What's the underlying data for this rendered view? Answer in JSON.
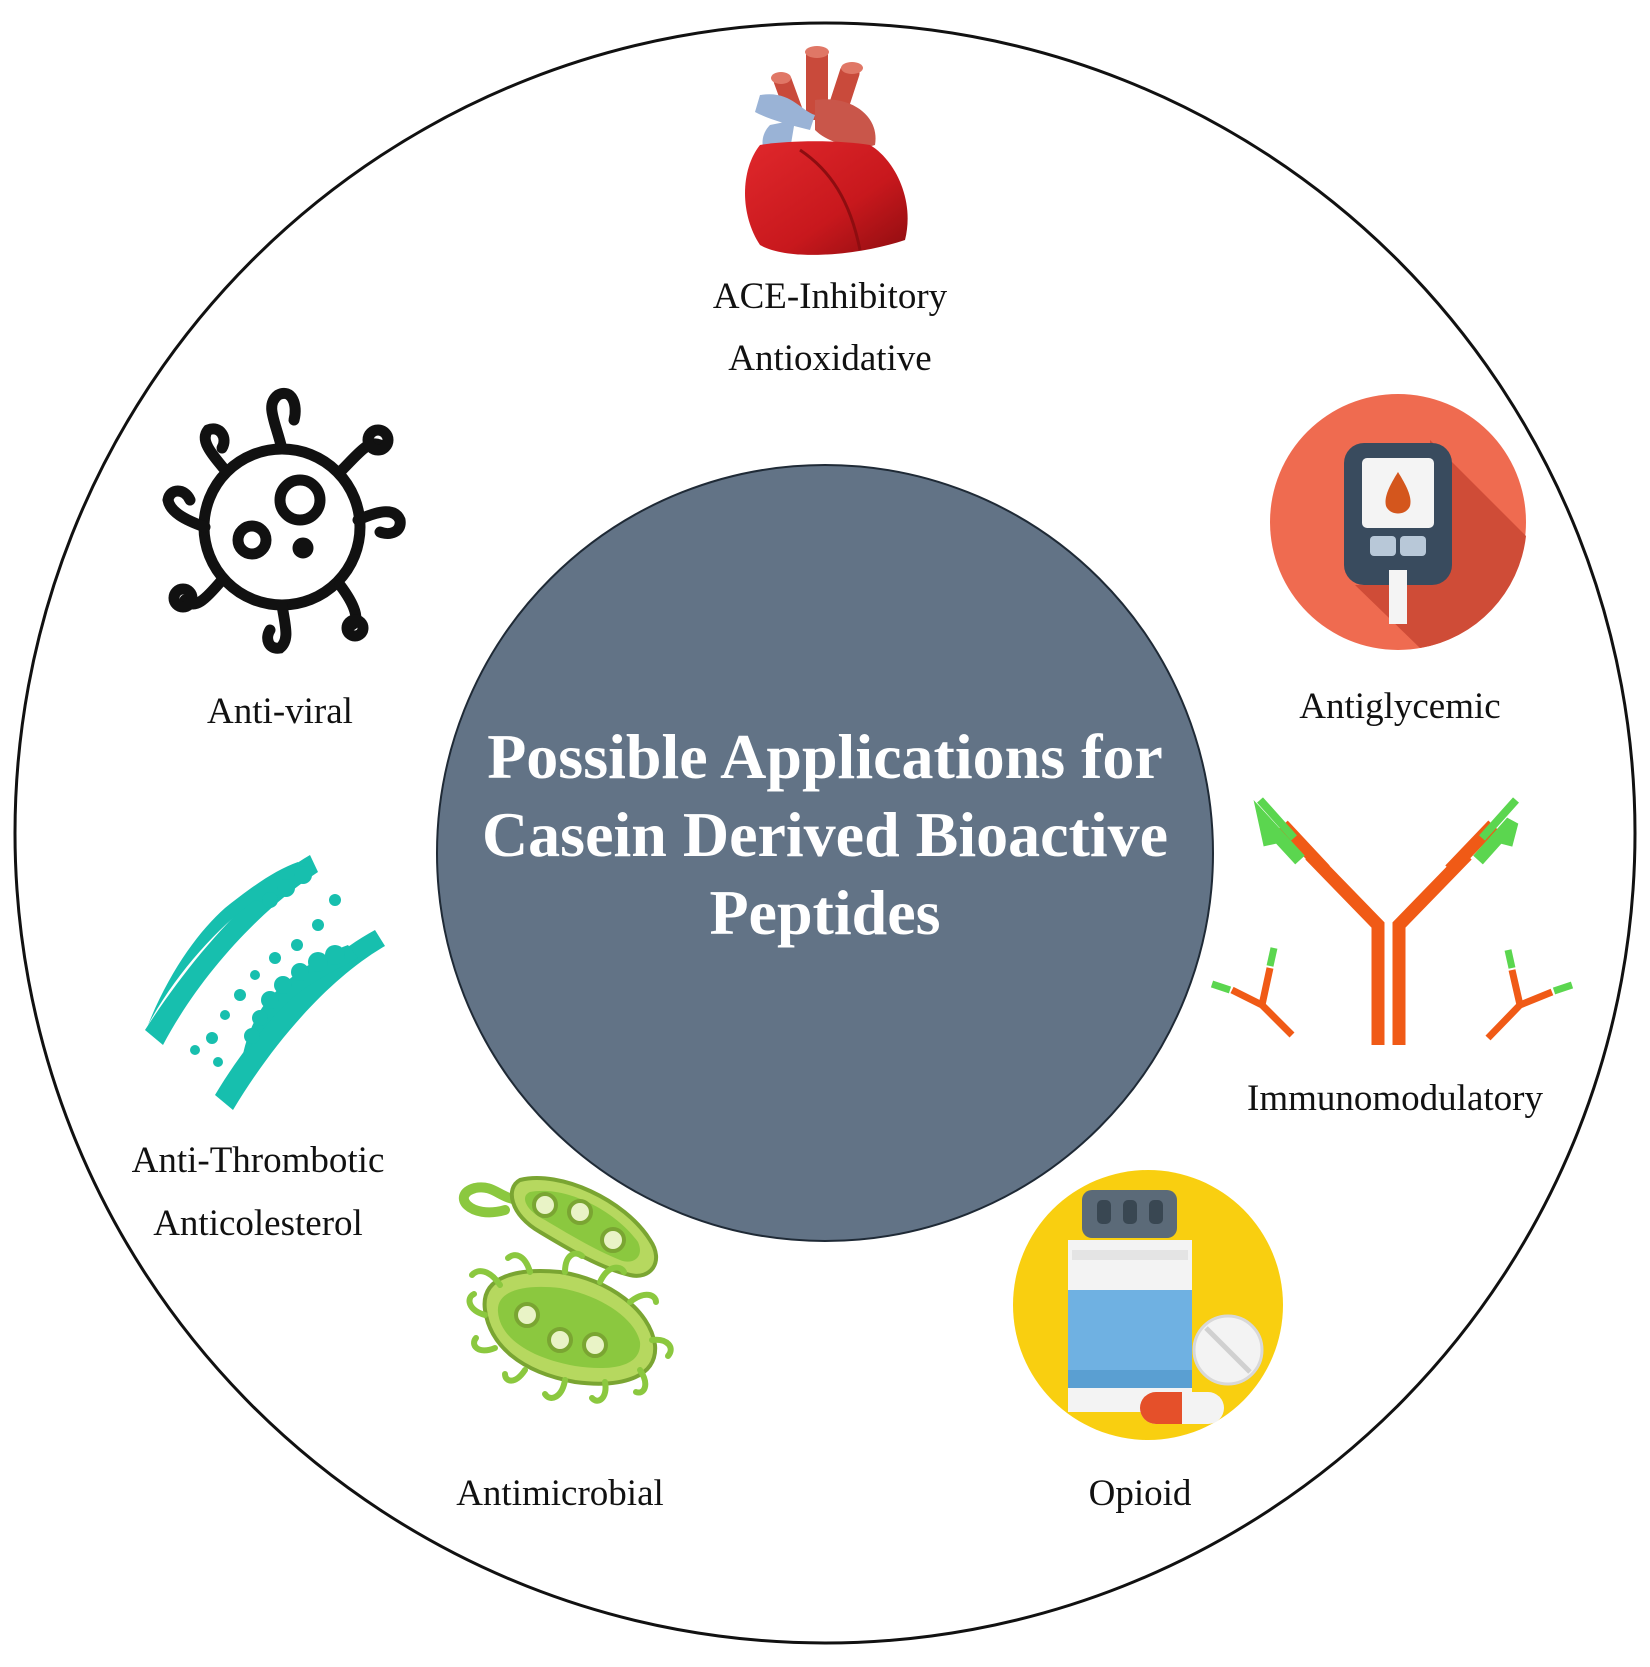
{
  "center": {
    "title_line1": "Possible Applications for",
    "title_line2": "Casein Derived Bioactive",
    "title_line3": "Peptides"
  },
  "applications": {
    "cardio": {
      "line1": "ACE-Inhibitory",
      "line2": "Antioxidative",
      "icon": "heart-icon"
    },
    "antiviral": {
      "line1": "Anti-viral",
      "icon": "virus-icon"
    },
    "antiglycemic": {
      "line1": "Antiglycemic",
      "icon": "glucose-meter-icon"
    },
    "immuno": {
      "line1": "Immunomodulatory",
      "icon": "antibody-icon"
    },
    "thrombotic": {
      "line1": "Anti-Thrombotic",
      "line2": "Anticolesterol",
      "icon": "artery-plaque-icon"
    },
    "antimicrobial": {
      "line1": "Antimicrobial",
      "icon": "bacteria-icon"
    },
    "opioid": {
      "line1": "Opioid",
      "icon": "medicine-bottle-icon"
    }
  },
  "colors": {
    "center_fill": "#627386",
    "outer_stroke": "#111111",
    "heart": "#c8181d",
    "meter_bg": "#ef6b50",
    "antibody_orange": "#f05a16",
    "antibody_green": "#5bd64f",
    "artery_teal": "#17bfae",
    "bacteria_green": "#8bc83f",
    "pill_yellow": "#f9cf10"
  }
}
